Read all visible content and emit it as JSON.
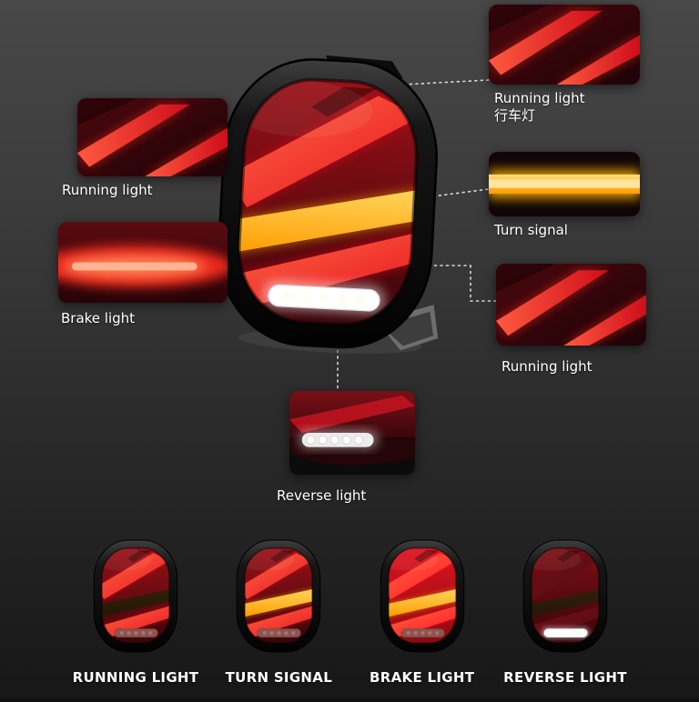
{
  "callouts": [
    {
      "id": "running-top-left",
      "label": "Running light",
      "type": "running"
    },
    {
      "id": "running-top-right",
      "label": "Running light",
      "label_cn": "行车灯",
      "type": "running"
    },
    {
      "id": "turn-signal",
      "label": "Turn signal",
      "type": "turn"
    },
    {
      "id": "brake",
      "label": "Brake light",
      "type": "brake"
    },
    {
      "id": "running-right",
      "label": "Running light",
      "type": "running"
    },
    {
      "id": "reverse",
      "label": "Reverse light",
      "type": "reverse"
    }
  ],
  "mode_thumbnails": [
    {
      "label": "RUNNING LIGHT",
      "mode": "running"
    },
    {
      "label": "TURN SIGNAL",
      "mode": "turn"
    },
    {
      "label": "BRAKE LIGHT",
      "mode": "brake"
    },
    {
      "label": "REVERSE LIGHT",
      "mode": "reverse"
    }
  ],
  "colors": {
    "red_lit": "#ff2a22",
    "red_dark": "#5a080d",
    "amber": "#ffb400",
    "reverse_white": "#ffffff",
    "connector_line": "#e3e3e3",
    "marker_fill": "#9fd8ee",
    "marker_ring": "#3d85ab",
    "label_text": "#ffffff"
  }
}
